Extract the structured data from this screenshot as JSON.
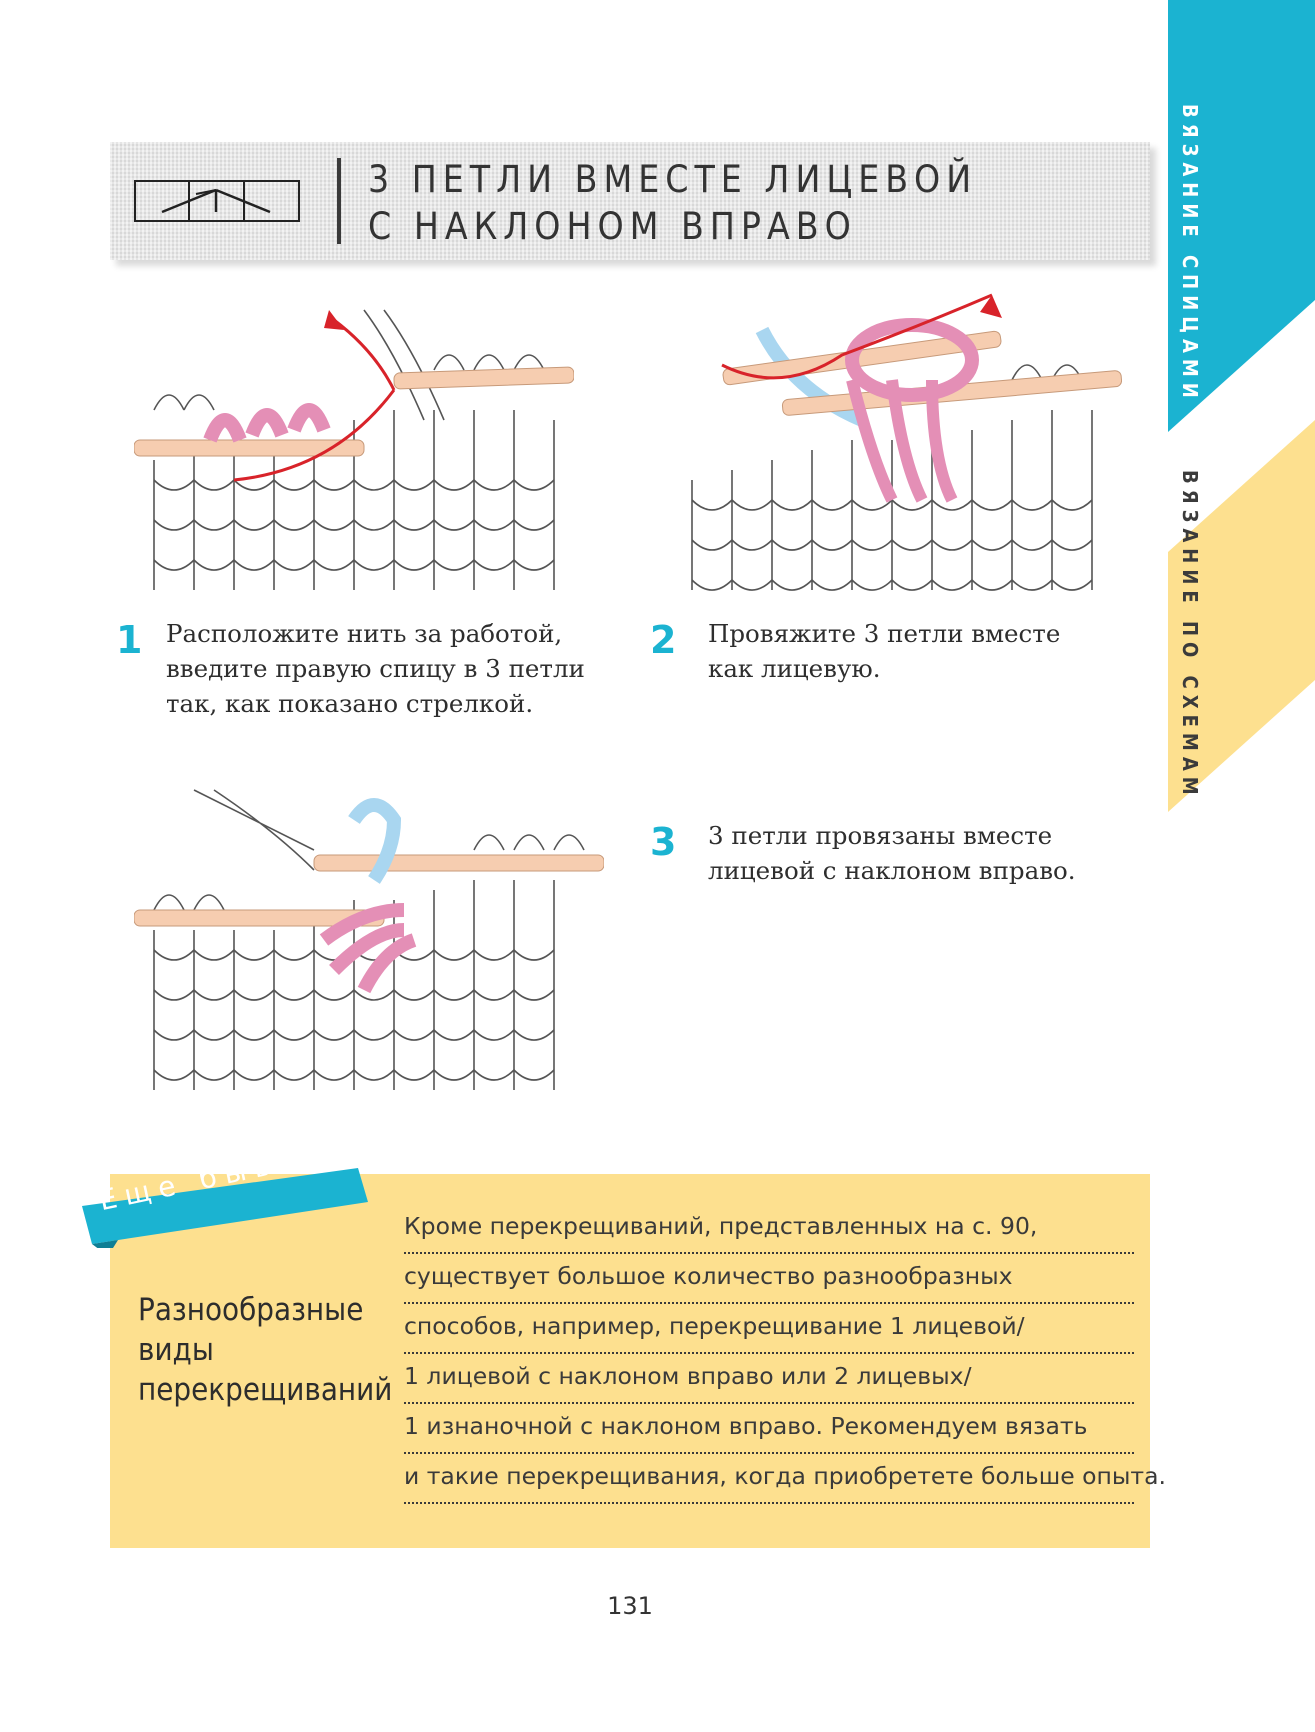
{
  "side_tabs": {
    "blue_label": "ВЯЗАНИЕ СПИЦАМИ",
    "yellow_label": "ВЯЗАНИЕ ПО СХЕМАМ",
    "blue_color": "#1bb3d1",
    "yellow_color": "#fde08f"
  },
  "header": {
    "title_line1": "3 ПЕТЛИ ВМЕСТЕ ЛИЦЕВОЙ",
    "title_line2": "С НАКЛОНОМ ВПРАВО"
  },
  "steps": [
    {
      "number": "1",
      "text": "Расположите нить за работой, введите правую спицу в 3 петли так, как показано стрелкой."
    },
    {
      "number": "2",
      "text": "Провяжите 3 петли вместе как лицевую."
    },
    {
      "number": "3",
      "text": "3 петли провязаны вместе лицевой с наклоном вправо."
    }
  ],
  "info_box": {
    "ribbon": "Еще бывают!",
    "title": "Разнообразные виды перекрещиваний",
    "lines": [
      "Кроме перекрещиваний, представленных на с. 90,",
      "существует большое количество разнообразных",
      "способов, например, перекрещивание 1 лицевой/",
      "1 лицевой с наклоном вправо или 2 лицевых/",
      "1 изнаночной с наклоном вправо. Рекомендуем вязать",
      "и такие перекрещивания, когда приобретете больше опыта."
    ]
  },
  "page_number": "131",
  "colors": {
    "accent_blue": "#1bb3d1",
    "loop_pink": "#f2a8c8",
    "needle_peach": "#f6cdb0",
    "yarn_blue": "#a9d6f0",
    "arrow_red": "#d8232a"
  }
}
